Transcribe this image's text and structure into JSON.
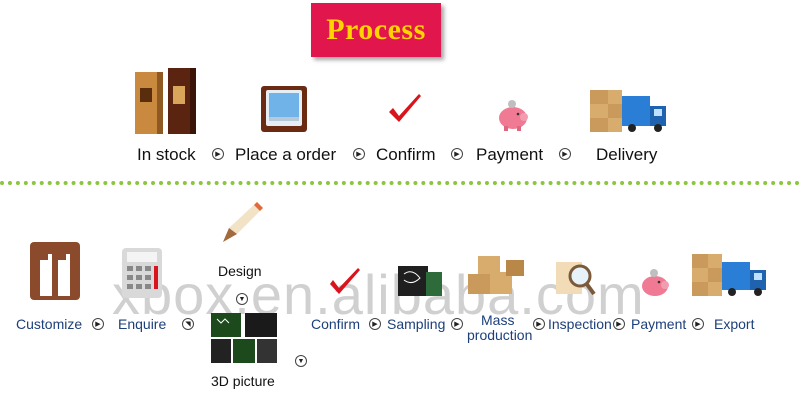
{
  "title": "Process",
  "top_steps": [
    "In stock",
    "Place a order",
    "Confirm",
    "Payment",
    "Delivery"
  ],
  "bottom_steps": {
    "customize": "Customize",
    "enquire": "Enquire",
    "design": "Design",
    "picture_3d": "3D picture",
    "confirm": "Confirm",
    "sampling": "Sampling",
    "mass_line1": "Mass",
    "mass_line2": "production",
    "inspection": "Inspection",
    "payment": "Payment",
    "export": "Export"
  },
  "watermark": "xbox.en.alibaba.com",
  "colors": {
    "title_bg": "#e0164d",
    "title_text": "#ffd400",
    "divider": "#8cc63f",
    "bottom_label": "#1d3f7a"
  }
}
